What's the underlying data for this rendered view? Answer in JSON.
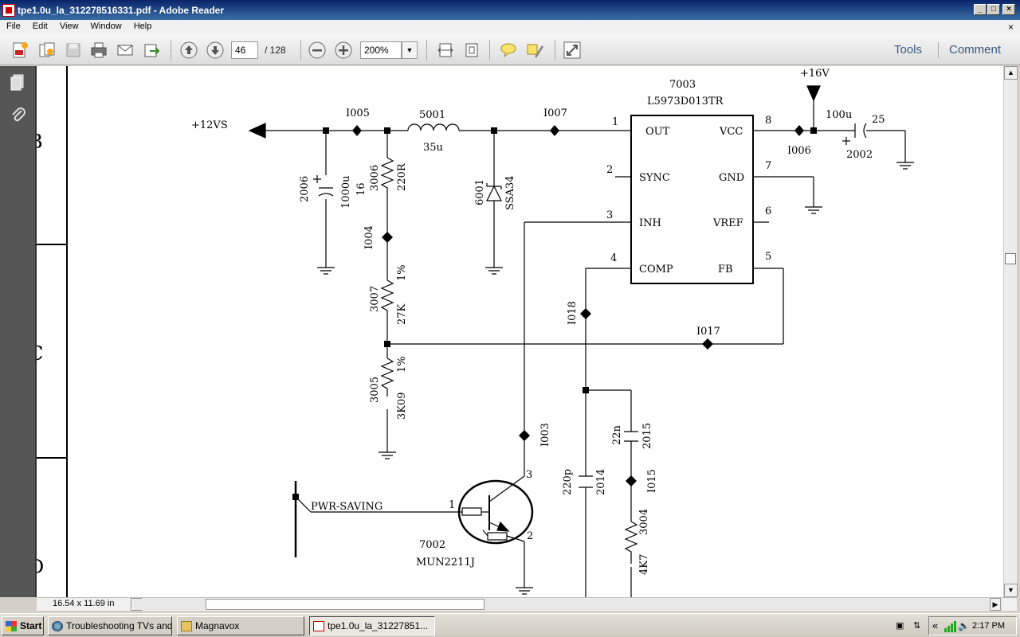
{
  "window": {
    "title": "tpe1.0u_la_312278516331.pdf - Adobe Reader"
  },
  "menu": [
    "File",
    "Edit",
    "View",
    "Window",
    "Help"
  ],
  "toolbar": {
    "page_current": "46",
    "page_total": "/ 128",
    "zoom": "200%",
    "tools_label": "Tools",
    "comment_label": "Comment"
  },
  "status": {
    "page_size": "16.54 x 11.69 in"
  },
  "schematic": {
    "labels": {
      "ic_ref": "7003",
      "ic_part": "L5973D013TR",
      "rail_16v": "+16V",
      "rail_12vs": "+12VS",
      "i005": "I005",
      "l5001": "5001",
      "l5001_val": "35u",
      "i007": "I007",
      "i006": "I006",
      "c100u": "100u",
      "c25": "25",
      "c2002": "2002",
      "c2006": "2006",
      "c2006_val": "1000u",
      "c2006_v": "16",
      "r3006": "3006",
      "r3006_val": "220R",
      "d6001": "6001",
      "d6001_part": "SSA34",
      "i004": "I004",
      "r3007": "3007",
      "r3007_val": "27K",
      "r3007_tol": "1%",
      "r3005": "3005",
      "r3005_val": "3K09",
      "r3005_tol": "1%",
      "i018": "I018",
      "i017": "I017",
      "i003": "I003",
      "c2015": "2015",
      "c2015_val": "22n",
      "c2014": "2014",
      "c2014_val": "220p",
      "i015": "I015",
      "r3004": "3004",
      "r3004_val": "4K7",
      "q7002": "7002",
      "q7002_part": "MUN2211J",
      "pwr_saving": "PWR-SAVING",
      "q_pin1": "1",
      "q_pin2": "2",
      "q_pin3": "3",
      "side_b": "B",
      "side_c": "C",
      "side_d": "D"
    },
    "pins": [
      {
        "num": "1",
        "name": "OUT"
      },
      {
        "num": "2",
        "name": "SYNC"
      },
      {
        "num": "3",
        "name": "INH"
      },
      {
        "num": "4",
        "name": "COMP"
      },
      {
        "num": "8",
        "name": "VCC"
      },
      {
        "num": "7",
        "name": "GND"
      },
      {
        "num": "6",
        "name": "VREF"
      },
      {
        "num": "5",
        "name": "FB"
      }
    ]
  },
  "taskbar": {
    "start": "Start",
    "tasks": [
      "Troubleshooting TVs and...",
      "Magnavox",
      "tpe1.0u_la_31227851..."
    ],
    "clock": "2:17 PM",
    "tray_arrow": "«"
  }
}
